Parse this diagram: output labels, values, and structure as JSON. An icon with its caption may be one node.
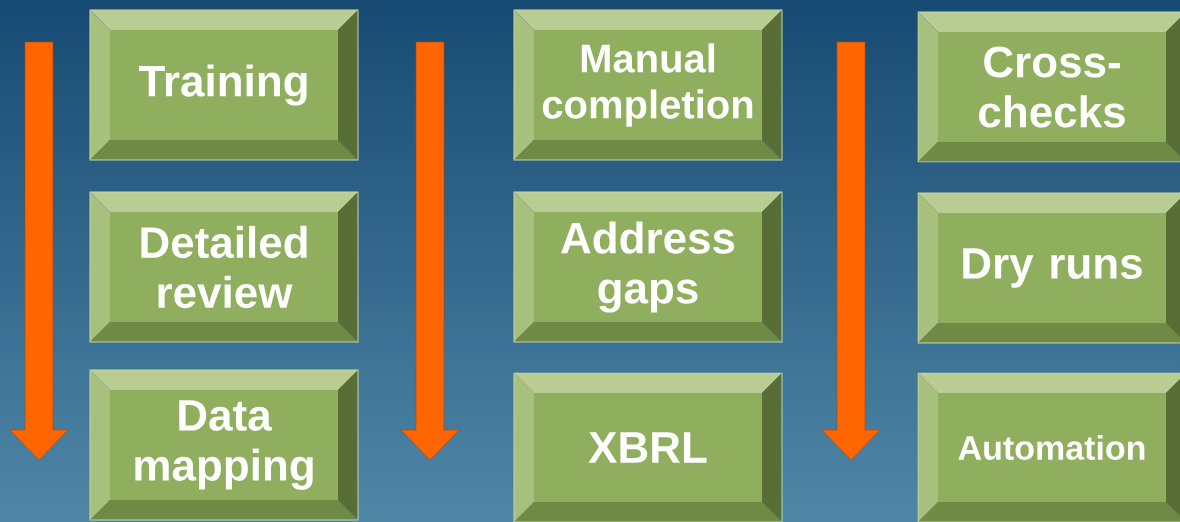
{
  "diagram": {
    "nodes": [
      {
        "text": [
          "Training"
        ]
      },
      {
        "text": [
          "Detailed review"
        ]
      },
      {
        "text": [
          "Data mapping"
        ]
      },
      {
        "text": [
          "Manual completion"
        ]
      },
      {
        "text": [
          "Address gaps"
        ]
      },
      {
        "text": [
          "XBRL"
        ]
      },
      {
        "text": [
          "Cross-checks"
        ]
      },
      {
        "text": [
          "Dry runs"
        ]
      },
      {
        "text": [
          "Automation"
        ]
      }
    ]
  }
}
